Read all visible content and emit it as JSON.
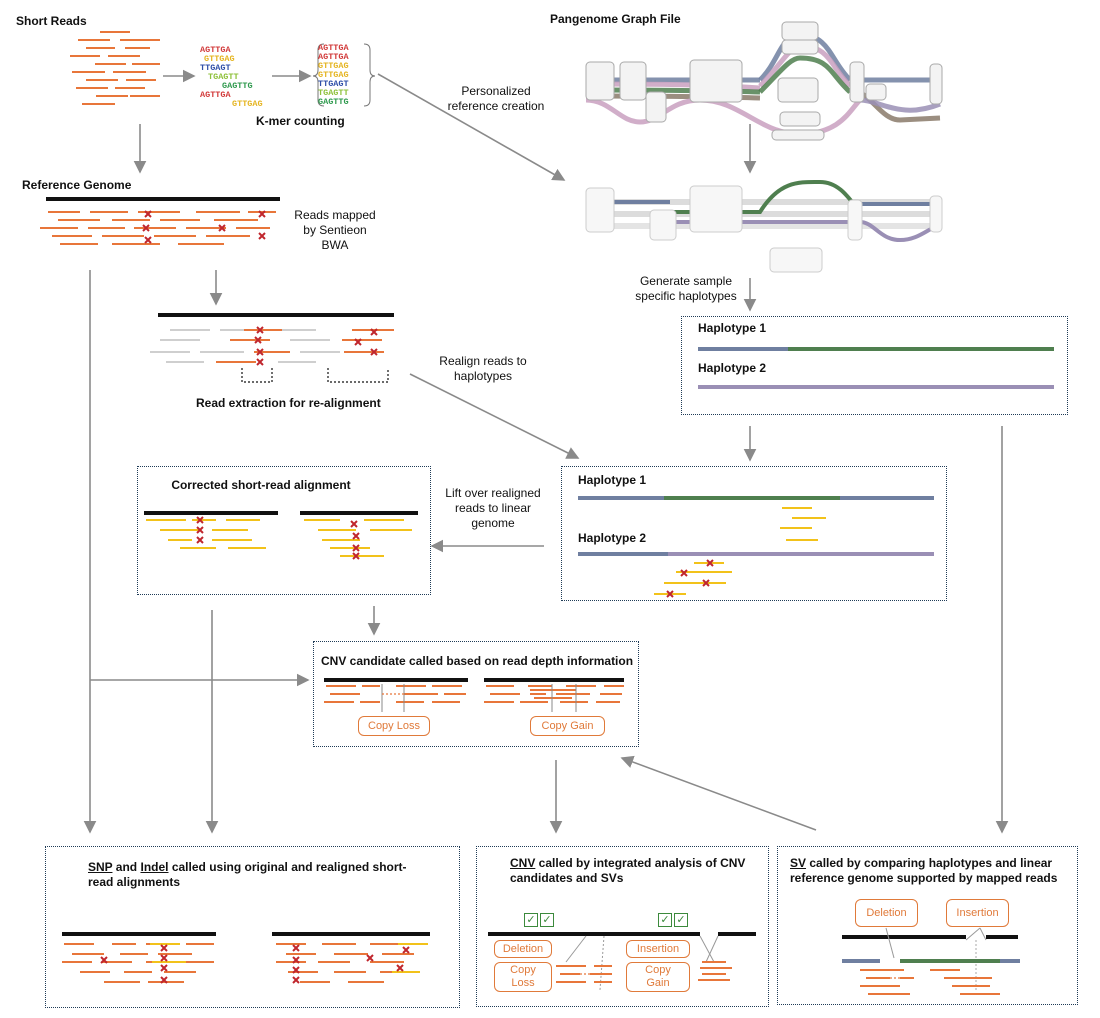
{
  "labels": {
    "short_reads": "Short Reads",
    "kmer_counting": "K-mer counting",
    "pangenome_graph": "Pangenome Graph File",
    "personalized_ref": "Personalized reference creation",
    "reference_genome": "Reference Genome",
    "reads_mapped": "Reads mapped by Sentieon BWA",
    "generate_haplotypes": "Generate sample specific haplotypes",
    "read_extraction": "Read extraction for re-alignment",
    "realign_reads": "Realign reads to haplotypes",
    "corrected_alignment": "Corrected short-read alignment",
    "lift_over": "Lift over realigned reads to linear genome",
    "cnv_candidate": "CNV candidate called based on read depth information",
    "copy_loss": "Copy Loss",
    "copy_gain": "Copy Gain",
    "snp_word": "SNP",
    "and_word": " and ",
    "indel_word": "Indel",
    "snp_rest": " called using original and realigned short-read alignments",
    "cnv_word": "CNV",
    "cnv_rest": " called by integrated analysis of CNV candidates and SVs",
    "sv_word": "SV",
    "sv_rest": " called by comparing haplotypes and linear reference genome supported by mapped reads",
    "deletion": "Deletion",
    "insertion": "Insertion",
    "copy_loss_small": "Copy Loss",
    "copy_gain_small": "Copy Gain"
  },
  "haplotypes": {
    "top_h1": "Haplotype 1",
    "top_h2": "Haplotype 2",
    "mid_h1": "Haplotype 1",
    "mid_h2": "Haplotype 2"
  },
  "kmers_list": [
    {
      "seq": "AGTTGA",
      "color": "#d23b3b"
    },
    {
      "seq": "GTTGAG",
      "color": "#e5b522"
    },
    {
      "seq": "TTGAGT",
      "color": "#2f4fa8"
    },
    {
      "seq": "TGAGTT",
      "color": "#8fc13b"
    },
    {
      "seq": "GAGTTG",
      "color": "#2f9a4e"
    },
    {
      "seq": "AGTTGA",
      "color": "#d23b3b"
    },
    {
      "seq": "GTTGAG",
      "color": "#e5b522"
    }
  ],
  "kmers_counted": [
    {
      "seq": "AGTTGA",
      "color": "#d23b3b"
    },
    {
      "seq": "AGTTGA",
      "color": "#d23b3b"
    },
    {
      "seq": "GTTGAG",
      "color": "#e5b522"
    },
    {
      "seq": "GTTGAG",
      "color": "#e5b522"
    },
    {
      "seq": "TTGAGT",
      "color": "#2f4fa8"
    },
    {
      "seq": "TGAGTT",
      "color": "#8fc13b"
    },
    {
      "seq": "GAGTTG",
      "color": "#2f9a4e"
    }
  ],
  "colors": {
    "read_orange": "#e8763a",
    "read_yellow": "#f2c21a",
    "mismatch": "#c0262d",
    "hap_blue": "#6f7fa0",
    "hap_green": "#4f7f4f",
    "hap_purple": "#9a8fb5",
    "graph_pink": "#c9a0c0",
    "box_border": "#1f3b57"
  }
}
